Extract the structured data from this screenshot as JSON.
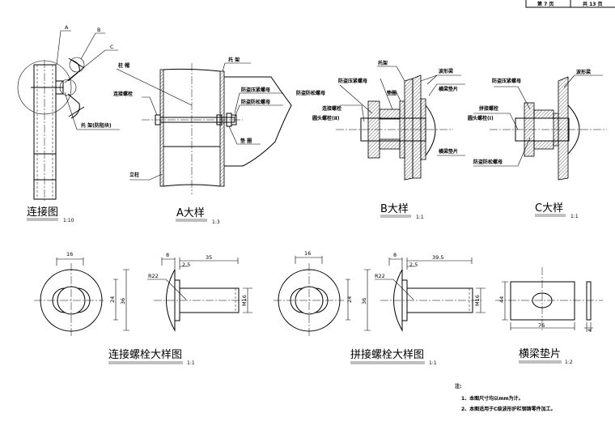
{
  "page_info": {
    "current": "第 7 页",
    "total": "共 13 页"
  },
  "connection_view": {
    "callouts": {
      "a": "A",
      "b": "B",
      "c": "C"
    },
    "bracket_label": "托 架(防阻块)",
    "title": "连接图",
    "scale": "1:10"
  },
  "detail_a": {
    "labels": {
      "bracket": "托 架",
      "post_cap": "柱 帽",
      "connect_bolt": "连接螺栓",
      "press_nut": "防盗压紧螺母",
      "lock_nut": "防盗防松螺母",
      "washer": "垫 圈",
      "post": "立柱"
    },
    "title": "A大样",
    "scale": "1:3"
  },
  "detail_b": {
    "labels": {
      "bracket": "托架",
      "press_nut": "防盗压紧螺母",
      "lock_nut": "防盗防松螺母",
      "washer": "垫圈",
      "connect_bolt": "连接螺栓",
      "round_bolt": "圆头螺栓(Ⅱ)",
      "wave_beam": "波形梁",
      "beam_shim_top": "横梁垫片",
      "beam_shim_bottom": "横梁垫片"
    },
    "title": "B大样",
    "scale": "1:1"
  },
  "detail_c": {
    "labels": {
      "press_nut": "防盗压紧螺母",
      "splice_bolt": "拼接螺栓",
      "round_bolt": "圆头螺栓(Ⅰ)",
      "lock_nut": "防盗防松螺母",
      "wave_beam": "波形梁"
    },
    "title": "C大样",
    "scale": "1:1"
  },
  "connect_bolt_detail": {
    "dims": {
      "slot": "16",
      "inner": "24",
      "outer": "36",
      "head": "8",
      "flange": "2.5",
      "length": "35",
      "radius": "R22",
      "thread": "M16"
    },
    "title": "连接螺栓大样图",
    "scale": "1:1"
  },
  "splice_bolt_detail": {
    "dims": {
      "slot": "16",
      "inner": "24",
      "outer": "36",
      "head": "8",
      "flange": "2.5",
      "length": "39.5",
      "radius": "R22",
      "thread": "M16"
    },
    "title": "拼接螺栓大样图",
    "scale": "1:1"
  },
  "beam_shim_detail": {
    "dims": {
      "height": "44",
      "width": "76",
      "thickness": "4"
    },
    "title": "横梁垫片",
    "scale": "1:2"
  },
  "notes": {
    "heading": "注:",
    "items": [
      "1、本图尺寸均以mm为计。",
      "2、本图适用于C级波形护栏钢铸零件加工。"
    ]
  }
}
